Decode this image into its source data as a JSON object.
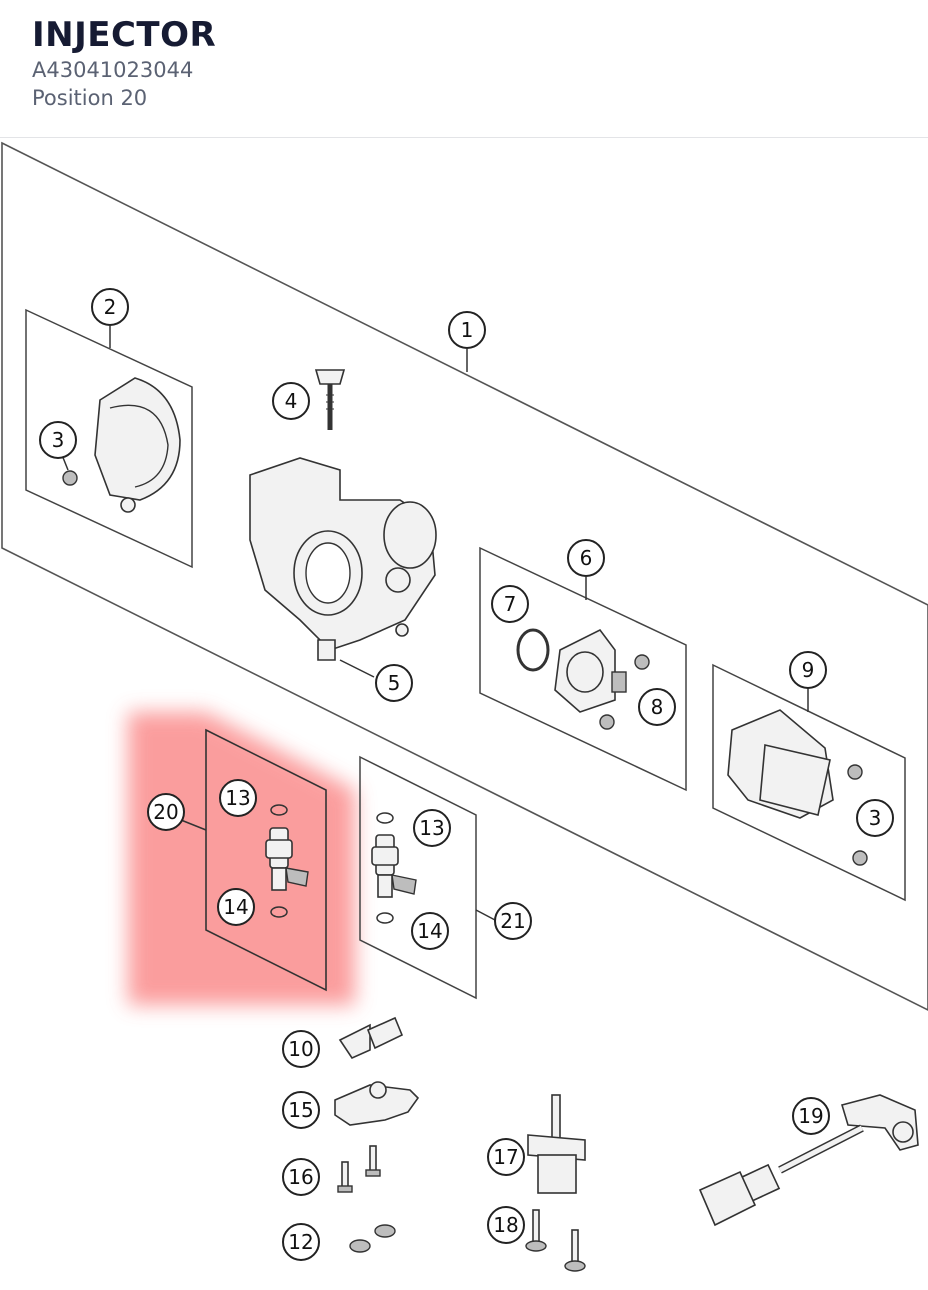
{
  "header": {
    "title": "INJECTOR",
    "part_number": "A43041023044",
    "position": "Position 20"
  },
  "highlight_color": "#fa8c8c",
  "callouts": [
    "1",
    "2",
    "3",
    "4",
    "5",
    "6",
    "7",
    "8",
    "9",
    "3",
    "13",
    "14",
    "13",
    "14",
    "20",
    "21",
    "10",
    "15",
    "16",
    "12",
    "17",
    "18",
    "19"
  ]
}
